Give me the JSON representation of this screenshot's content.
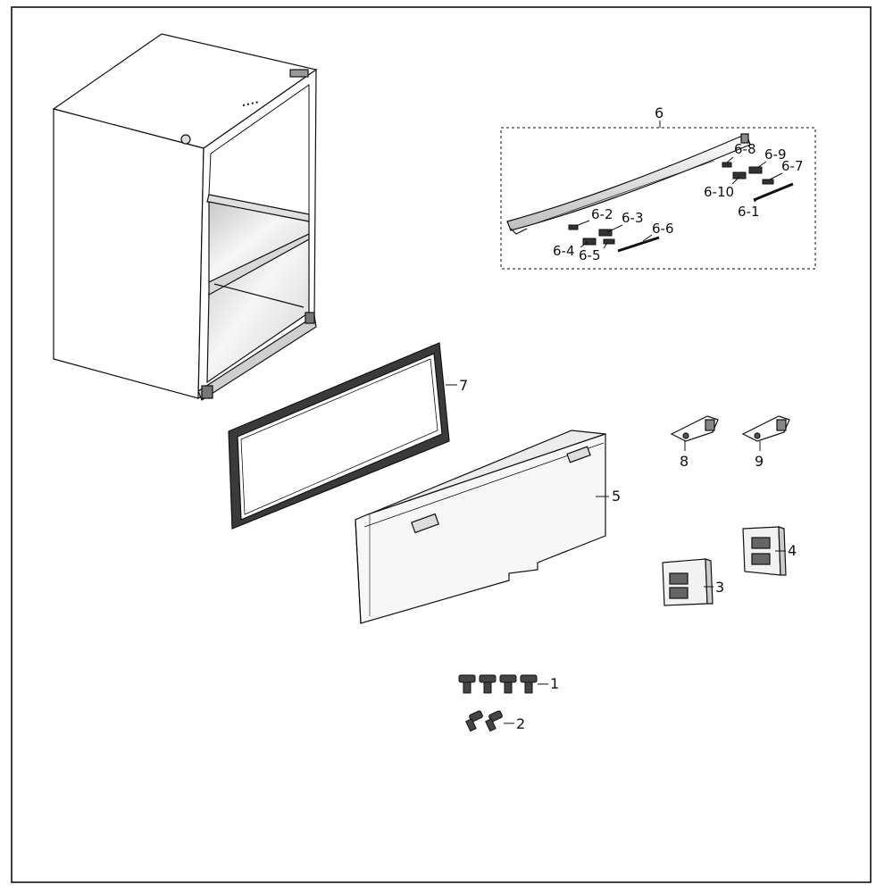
{
  "diagram": {
    "callouts": {
      "p1": "1",
      "p2": "2",
      "p3": "3",
      "p4": "4",
      "p5": "5",
      "p6": "6",
      "p7": "7",
      "p8": "8",
      "p9": "9",
      "p6_1": "6-1",
      "p6_2": "6-2",
      "p6_3": "6-3",
      "p6_4": "6-4",
      "p6_5": "6-5",
      "p6_6": "6-6",
      "p6_7": "6-7",
      "p6_8": "6-8",
      "p6_9": "6-9",
      "p6_10": "6-10"
    },
    "colors": {
      "line": "#111111",
      "glass_light": "#f4f4f4",
      "glass_dark": "#c9c9c9",
      "panel": "#f7f7f7"
    }
  }
}
